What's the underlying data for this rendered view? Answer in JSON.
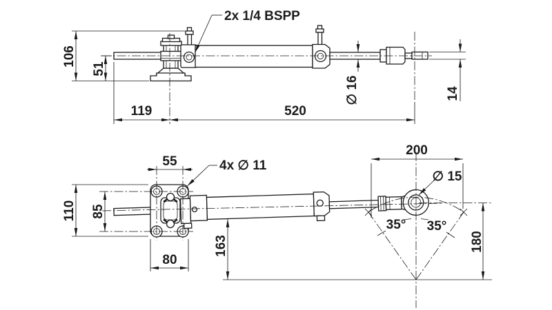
{
  "meta": {
    "type": "technical-dimension-drawing",
    "subject": "hydraulic-cylinder-two-views",
    "line_color": "#1a1a1a",
    "background_color": "#ffffff"
  },
  "top_view": {
    "label_ports": "2x 1/4 BSPP",
    "dim_overall_height": "106",
    "dim_axis_to_base": "51",
    "dim_rod_to_mount": "119",
    "dim_length": "520",
    "dim_rod_diameter": "∅ 16",
    "dim_thread_diameter": "14"
  },
  "bottom_view": {
    "dim_hole_spacing_x": "55",
    "label_holes": "4x ∅ 11",
    "dim_plate_height": "110",
    "dim_hole_spacing_y": "85",
    "dim_plate_width": "80",
    "dim_axis_to_pivot": "163",
    "dim_sweep_width": "200",
    "dim_ball_diameter": "∅ 15",
    "angle_left": "35°",
    "angle_right": "35°",
    "dim_pivot_radius": "180"
  }
}
